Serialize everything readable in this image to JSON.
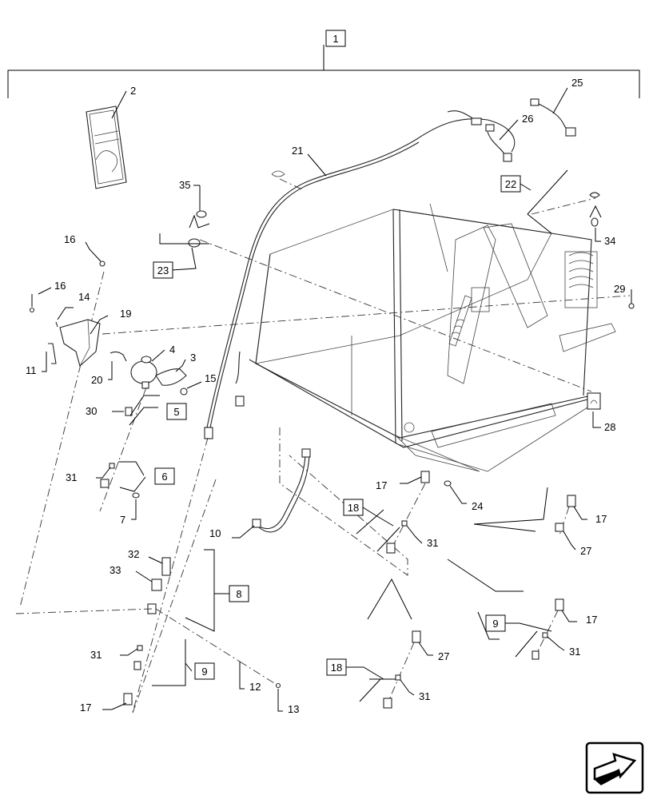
{
  "diagram": {
    "top_callout": "1",
    "callouts": {
      "c2": "2",
      "c3": "3",
      "c4": "4",
      "c7": "7",
      "c10": "10",
      "c11": "11",
      "c12": "12",
      "c13": "13",
      "c14": "14",
      "c15": "15",
      "c16a": "16",
      "c16b": "16",
      "c17a": "17",
      "c17b": "17",
      "c17c": "17",
      "c17d": "17",
      "c19": "19",
      "c20": "20",
      "c21": "21",
      "c24": "24",
      "c25": "25",
      "c26": "26",
      "c27a": "27",
      "c27b": "27",
      "c28": "28",
      "c29": "29",
      "c30": "30",
      "c31a": "31",
      "c31b": "31",
      "c31c": "31",
      "c31d": "31",
      "c31e": "31",
      "c32": "32",
      "c33": "33",
      "c34": "34",
      "c35": "35"
    },
    "boxed_callouts": {
      "b5": "5",
      "b6": "6",
      "b8": "8",
      "b9a": "9",
      "b9b": "9",
      "b18a": "18",
      "b18b": "18",
      "b22": "22",
      "b23": "23"
    },
    "nav_icon": "arrow-next-icon",
    "colors": {
      "line": "#222222",
      "background": "#ffffff"
    }
  }
}
